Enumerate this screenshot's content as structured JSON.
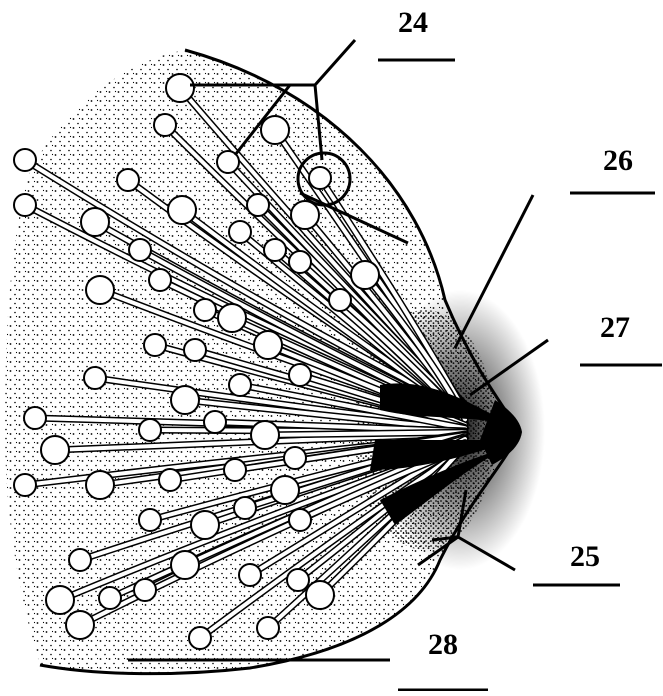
{
  "labels": {
    "l24": "24",
    "l26": "26",
    "l27": "27",
    "l25": "25",
    "l28": "28"
  },
  "colors": {
    "ink": "#000000",
    "paper": "#ffffff"
  }
}
